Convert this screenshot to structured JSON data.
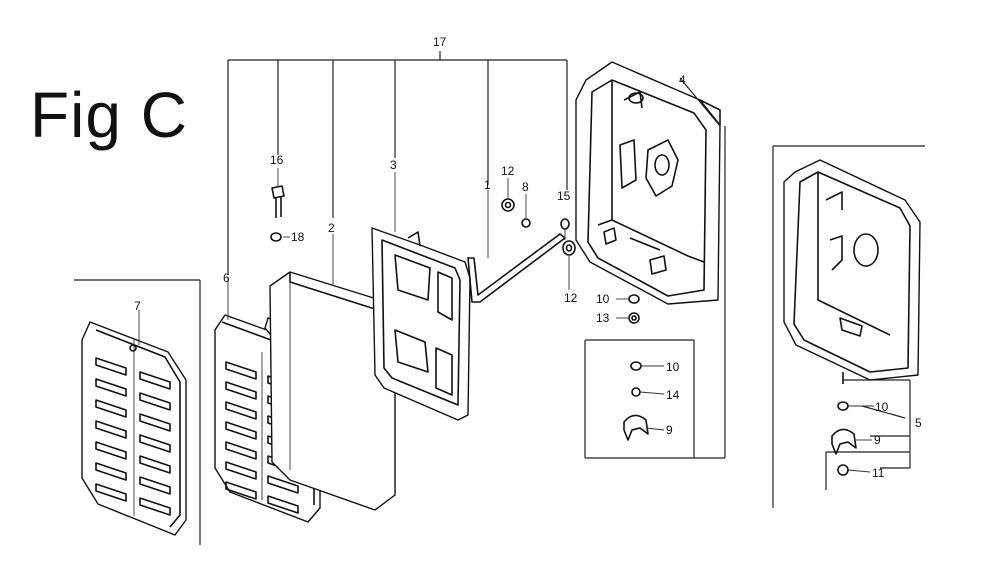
{
  "figure": {
    "title": "Fig C"
  },
  "callouts": [
    {
      "id": "c17",
      "label": "17"
    },
    {
      "id": "c4",
      "label": "4"
    },
    {
      "id": "c16",
      "label": "16"
    },
    {
      "id": "c18",
      "label": "18"
    },
    {
      "id": "c3",
      "label": "3"
    },
    {
      "id": "c2",
      "label": "2"
    },
    {
      "id": "c6",
      "label": "6"
    },
    {
      "id": "c7",
      "label": "7"
    },
    {
      "id": "c1",
      "label": "1"
    },
    {
      "id": "c12a",
      "label": "12"
    },
    {
      "id": "c8",
      "label": "8"
    },
    {
      "id": "c15",
      "label": "15"
    },
    {
      "id": "c12b",
      "label": "12"
    },
    {
      "id": "c10a",
      "label": "10"
    },
    {
      "id": "c13",
      "label": "13"
    },
    {
      "id": "c10b",
      "label": "10"
    },
    {
      "id": "c14",
      "label": "14"
    },
    {
      "id": "c9a",
      "label": "9"
    },
    {
      "id": "c10c",
      "label": "10"
    },
    {
      "id": "c9b",
      "label": "9"
    },
    {
      "id": "c5",
      "label": "5"
    },
    {
      "id": "c11",
      "label": "11"
    }
  ]
}
